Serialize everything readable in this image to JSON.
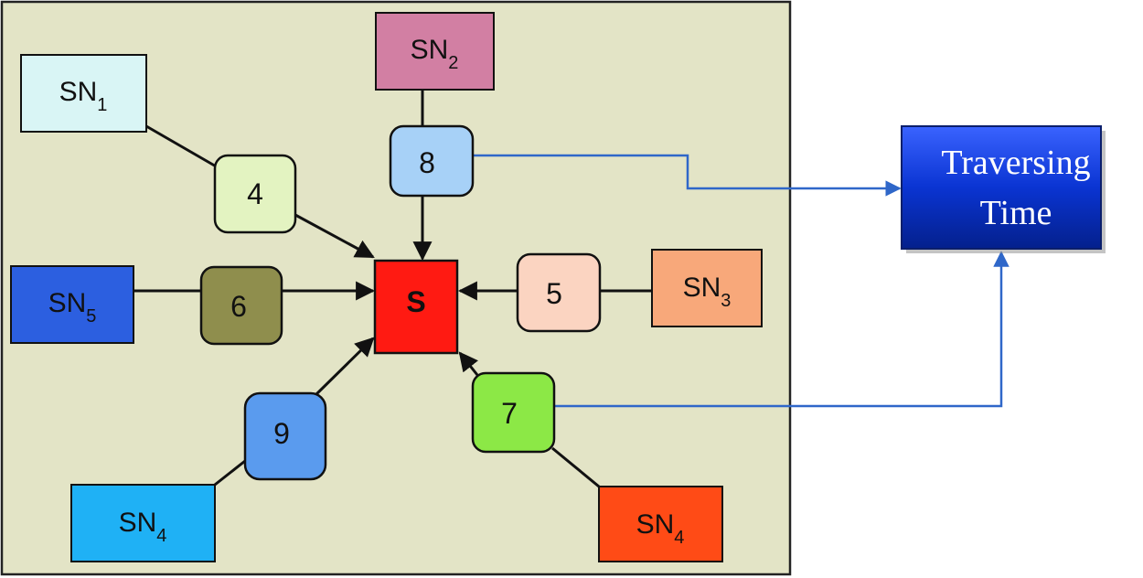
{
  "sink": {
    "label": "S",
    "color": "#ff1a12"
  },
  "sensor_nodes": {
    "sn1": {
      "base": "SN",
      "sub": "1",
      "color": "#d9f5f5"
    },
    "sn2": {
      "base": "SN",
      "sub": "2",
      "color": "#d27fa3"
    },
    "sn3": {
      "base": "SN",
      "sub": "3",
      "color": "#f8a87a"
    },
    "sn4_left": {
      "base": "SN",
      "sub": "4",
      "color": "#1fb1f5"
    },
    "sn4_right": {
      "base": "SN",
      "sub": "4",
      "color": "#ff4b16"
    },
    "sn5": {
      "base": "SN",
      "sub": "5",
      "color": "#2c5fe0"
    }
  },
  "edge_weights": {
    "w_sn1": {
      "value": "4",
      "color": "#e3f3c1"
    },
    "w_sn2": {
      "value": "8",
      "color": "#a7d1f7"
    },
    "w_sn3": {
      "value": "5",
      "color": "#fbd4c1"
    },
    "w_sn5": {
      "value": "6",
      "color": "#8f8e4d"
    },
    "w_sn4_left": {
      "value": "9",
      "color": "#5a9bee"
    },
    "w_sn4_right": {
      "value": "7",
      "color": "#8ce846"
    }
  },
  "output": {
    "line1": "Traversing",
    "line2": "Time",
    "color": "#0a34d2"
  },
  "colors": {
    "panel_bg": "#e3e4c6",
    "connector": "#111111",
    "output_connector": "#2f67c9"
  }
}
